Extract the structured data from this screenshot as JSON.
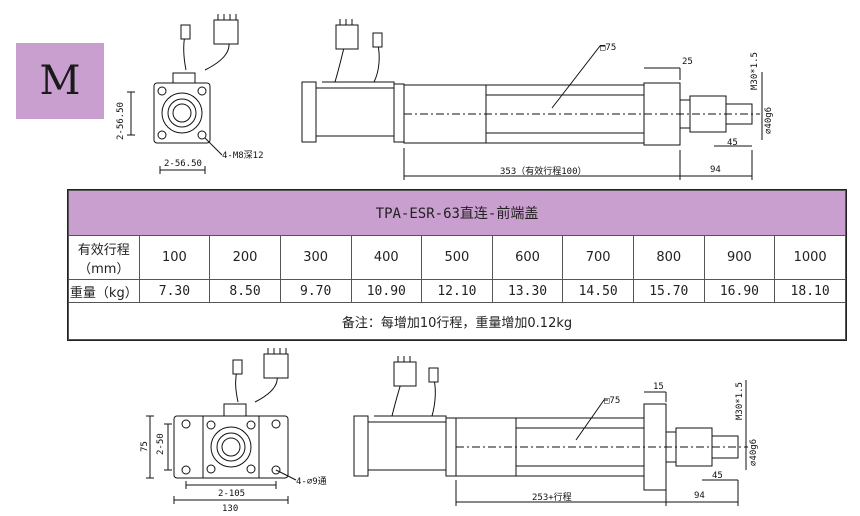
{
  "badge": "M",
  "table": {
    "title": "TPA-ESR-63直连-前端盖",
    "rows": [
      {
        "label": "有效行程（mm）",
        "values": [
          "100",
          "200",
          "300",
          "400",
          "500",
          "600",
          "700",
          "800",
          "900",
          "1000"
        ]
      },
      {
        "label": "重量（kg）",
        "values": [
          "7.30",
          "8.50",
          "9.70",
          "10.90",
          "12.10",
          "13.30",
          "14.50",
          "15.70",
          "16.90",
          "18.10"
        ]
      }
    ],
    "note": "备注：每增加10行程，重量增加0.12kg"
  },
  "drawing_top": {
    "front_v": "2-56.50",
    "front_h": "2-56.50",
    "front_holes": "4-M8深12",
    "side_square": "□75",
    "side_25": "25",
    "side_thread": "M30*1.5",
    "side_shaft": "∅40g6",
    "side_45": "45",
    "side_94": "94",
    "side_length": "353（有效行程100）"
  },
  "drawing_bottom": {
    "front_75": "75",
    "front_v": "2-50",
    "front_holes": "4-∅9通",
    "front_h1": "2-105",
    "front_h2": "130",
    "side_square": "□75",
    "side_15": "15",
    "side_thread": "M30*1.5",
    "side_shaft": "∅40g6",
    "side_45": "45",
    "side_94": "94",
    "side_length": "253+行程"
  }
}
